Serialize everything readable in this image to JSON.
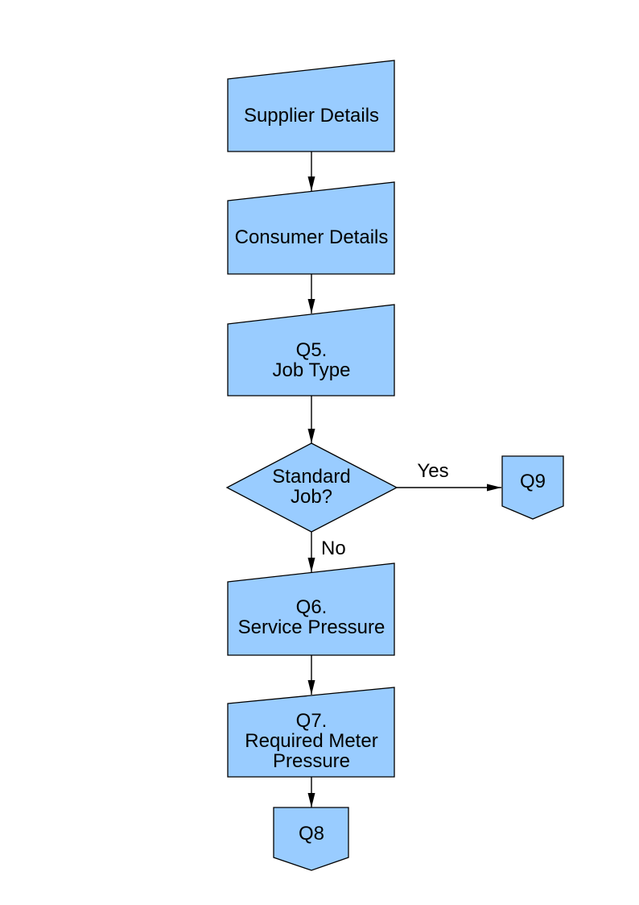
{
  "diagram": {
    "type": "flowchart",
    "colors": {
      "node_fill": "#99CCFF",
      "node_border": "#000000",
      "connector": "#000000",
      "text": "#000000",
      "background": "#FFFFFF"
    },
    "nodes": [
      {
        "id": "supplier-details",
        "shape": "manual-input",
        "lines": [
          "Supplier Details"
        ]
      },
      {
        "id": "consumer-details",
        "shape": "manual-input",
        "lines": [
          "Consumer Details"
        ]
      },
      {
        "id": "q5-job-type",
        "shape": "manual-input",
        "lines": [
          "Q5.",
          "Job Type"
        ]
      },
      {
        "id": "standard-job-decision",
        "shape": "decision",
        "lines": [
          "Standard",
          "Job?"
        ]
      },
      {
        "id": "q9-connector",
        "shape": "off-page-connector",
        "lines": [
          "Q9"
        ]
      },
      {
        "id": "q6-service-pressure",
        "shape": "manual-input",
        "lines": [
          "Q6.",
          "Service Pressure"
        ]
      },
      {
        "id": "q7-required-meter-pressure",
        "shape": "manual-input",
        "lines": [
          "Q7.",
          "Required Meter",
          "Pressure"
        ]
      },
      {
        "id": "q8-connector",
        "shape": "off-page-connector",
        "lines": [
          "Q8"
        ]
      }
    ],
    "edges": [
      {
        "from": "supplier-details",
        "to": "consumer-details",
        "label": ""
      },
      {
        "from": "consumer-details",
        "to": "q5-job-type",
        "label": ""
      },
      {
        "from": "q5-job-type",
        "to": "standard-job-decision",
        "label": ""
      },
      {
        "from": "standard-job-decision",
        "to": "q9-connector",
        "label": "Yes"
      },
      {
        "from": "standard-job-decision",
        "to": "q6-service-pressure",
        "label": "No"
      },
      {
        "from": "q6-service-pressure",
        "to": "q7-required-meter-pressure",
        "label": ""
      },
      {
        "from": "q7-required-meter-pressure",
        "to": "q8-connector",
        "label": ""
      }
    ]
  }
}
